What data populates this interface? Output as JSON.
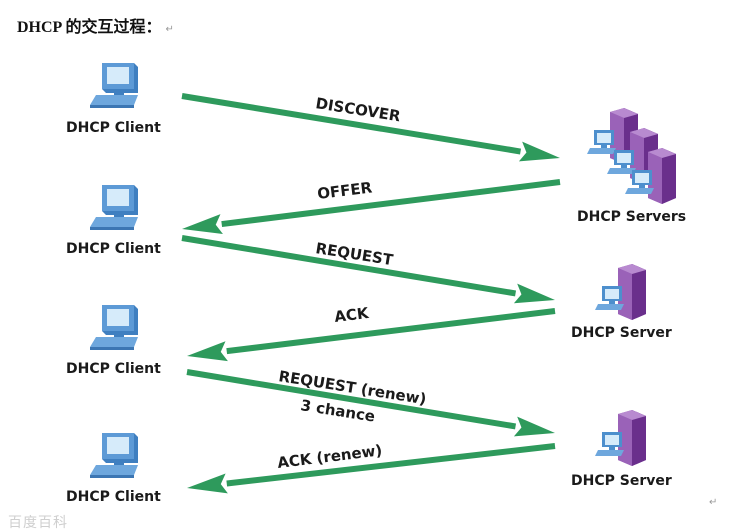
{
  "title": "DHCP 的交互过程：",
  "return_mark": "↵",
  "colors": {
    "arrow": "#2e9a5c",
    "client_screen": "#cfe6f7",
    "client_body": "#4a8fcf",
    "server_body": "#8a4fa8",
    "server_dark": "#5e2a80"
  },
  "clients": [
    {
      "label": "DHCP Client",
      "icon": "computer-icon"
    },
    {
      "label": "DHCP Client",
      "icon": "computer-icon"
    },
    {
      "label": "DHCP Client",
      "icon": "computer-icon"
    },
    {
      "label": "DHCP Client",
      "icon": "computer-icon"
    }
  ],
  "servers": [
    {
      "label": "DHCP Servers",
      "icon": "server-cluster-icon"
    },
    {
      "label": "DHCP Server",
      "icon": "server-icon"
    },
    {
      "label": "DHCP Server",
      "icon": "server-icon"
    }
  ],
  "messages": [
    {
      "label": "DISCOVER",
      "direction": "client-to-server"
    },
    {
      "label": "OFFER",
      "direction": "server-to-client"
    },
    {
      "label": "REQUEST",
      "direction": "client-to-server"
    },
    {
      "label": "ACK",
      "direction": "server-to-client"
    },
    {
      "label": "REQUEST (renew)",
      "sublabel": "3 chance",
      "direction": "client-to-server"
    },
    {
      "label": "ACK (renew)",
      "direction": "server-to-client"
    }
  ],
  "watermark": "百度百科"
}
